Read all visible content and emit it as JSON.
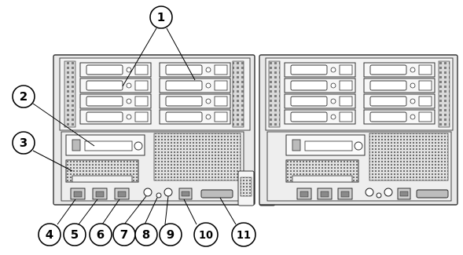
{
  "callouts": [
    {
      "id": 1,
      "label": "1"
    },
    {
      "id": 2,
      "label": "2"
    },
    {
      "id": 3,
      "label": "3"
    },
    {
      "id": 4,
      "label": "4"
    },
    {
      "id": 5,
      "label": "5"
    },
    {
      "id": 6,
      "label": "6"
    },
    {
      "id": 7,
      "label": "7"
    },
    {
      "id": 8,
      "label": "8"
    },
    {
      "id": 9,
      "label": "9"
    },
    {
      "id": 10,
      "label": "10"
    },
    {
      "id": 11,
      "label": "11"
    }
  ],
  "colors": {
    "line": "#000000",
    "chassis": "#e9e9e9",
    "background": "#ffffff"
  }
}
